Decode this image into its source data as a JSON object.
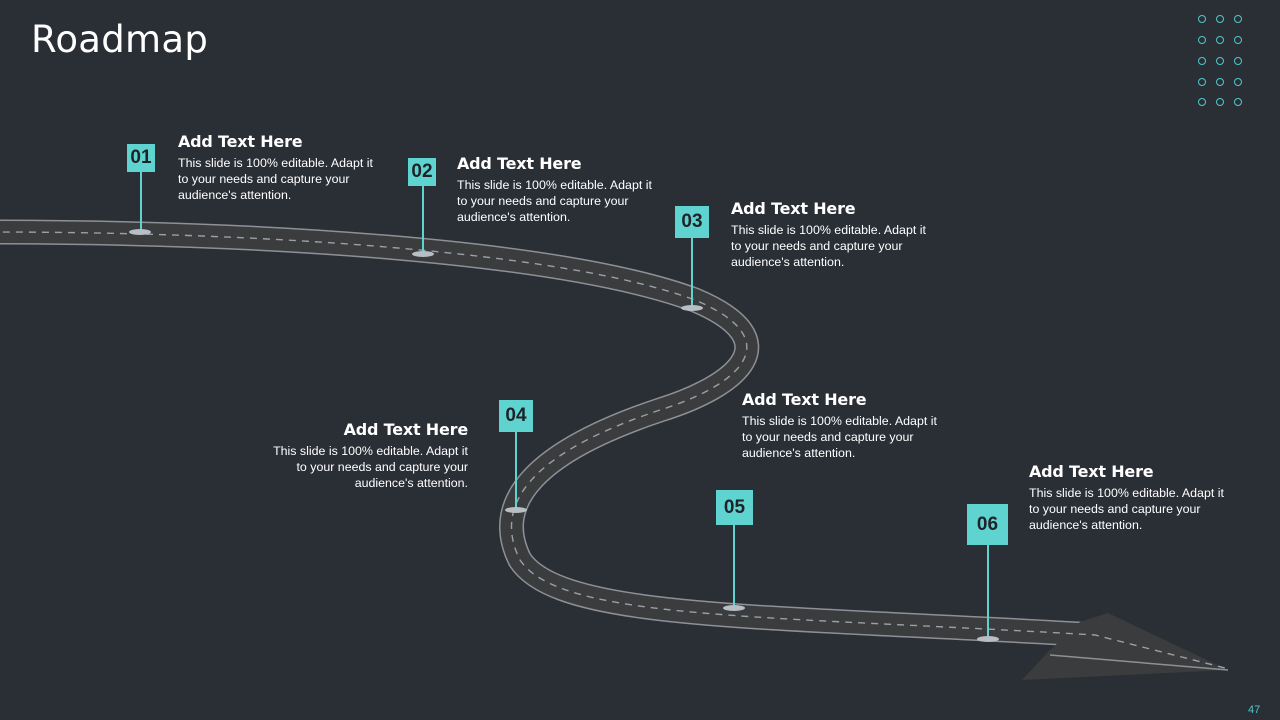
{
  "slide": {
    "title": "Roadmap",
    "page_number": "47"
  },
  "colors": {
    "background": "#2a2e35",
    "accent": "#5fd3d0",
    "road": "#3b3c3d",
    "road_edge": "#8d9196",
    "lane_marking": "#9aa0a6",
    "text": "#ffffff"
  },
  "milestones": [
    {
      "number": "01",
      "title": "Add Text Here",
      "body": "This slide is 100% editable. Adapt it to your needs and capture your audience's attention."
    },
    {
      "number": "02",
      "title": "Add Text Here",
      "body": "This slide is 100% editable. Adapt it to your needs and capture your audience's attention."
    },
    {
      "number": "03",
      "title": "Add Text Here",
      "body": "This slide is 100% editable. Adapt it to your needs and capture your audience's attention."
    },
    {
      "number": "04",
      "title": "Add Text Here",
      "body": "This slide is 100% editable. Adapt it to your needs and capture your audience's attention."
    },
    {
      "number": "05",
      "title": "Add Text Here",
      "body": "This slide is 100% editable. Adapt it to your needs and capture your audience's attention."
    },
    {
      "number": "06",
      "title": "Add Text Here",
      "body": "This slide is 100% editable. Adapt it to your needs and capture your audience's attention."
    }
  ],
  "decoration": {
    "icon": "dot-grid-icon"
  }
}
